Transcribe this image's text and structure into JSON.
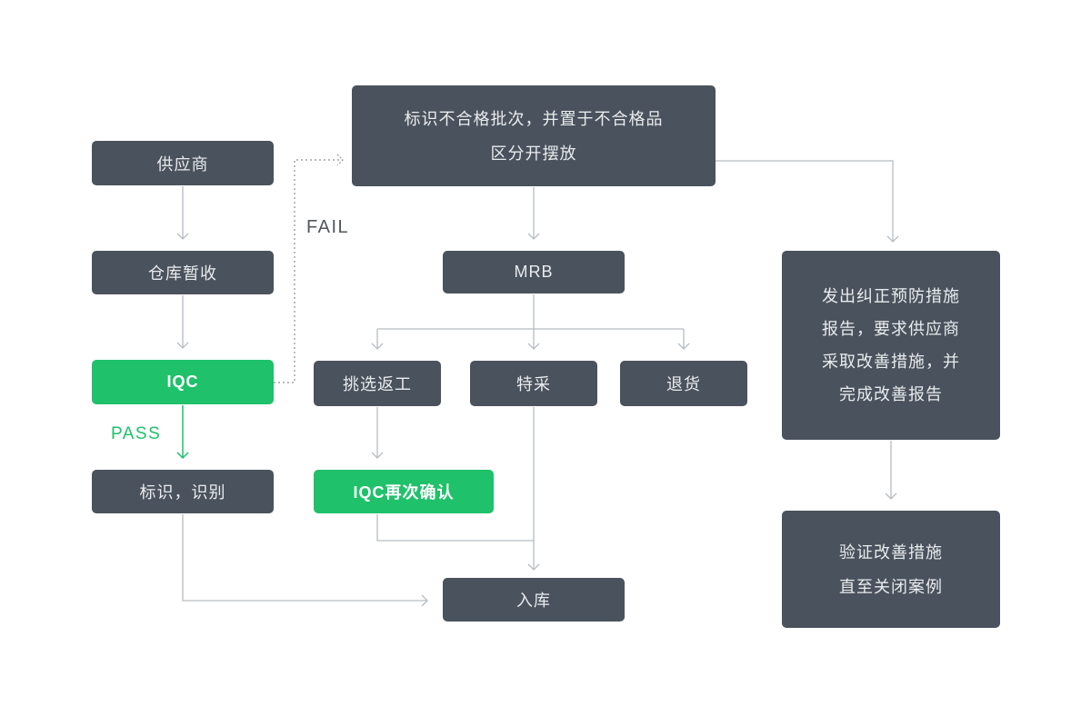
{
  "diagram": {
    "type": "flowchart",
    "palette": {
      "node_bg": "#4a525d",
      "accent_green": "#1fc16a",
      "line_gray": "#b7bcc1",
      "dashed_line_gray": "#8b9198",
      "node_text": "#e9ecee",
      "fail_label_color": "#50575f"
    },
    "labels": {
      "pass": "PASS",
      "fail": "FAIL"
    },
    "nodes": {
      "supplier": {
        "label": "供应商",
        "variant": "dark"
      },
      "warehouse": {
        "label": "仓库暂收",
        "variant": "dark"
      },
      "iqc": {
        "label": "IQC",
        "variant": "green"
      },
      "mark": {
        "label": "标识，识别",
        "variant": "dark"
      },
      "nonconforming": {
        "lines": [
          "标识不合格批次，并置于不合格品",
          "区分开摆放"
        ],
        "variant": "dark"
      },
      "mrb": {
        "label": "MRB",
        "variant": "dark"
      },
      "rework": {
        "label": "挑选返工",
        "variant": "dark"
      },
      "special": {
        "label": "特采",
        "variant": "dark"
      },
      "returns": {
        "label": "退货",
        "variant": "dark"
      },
      "iqc_recheck": {
        "label": "IQC再次确认",
        "variant": "green"
      },
      "instock": {
        "label": "入库",
        "variant": "dark"
      },
      "capa": {
        "lines": [
          "发出纠正预防措施",
          "报告，要求供应商",
          "采取改善措施，并",
          "完成改善报告"
        ],
        "variant": "dark"
      },
      "verify": {
        "lines": [
          "验证改善措施",
          "直至关闭案例"
        ],
        "variant": "dark"
      }
    },
    "edges": [
      {
        "from": "supplier",
        "to": "warehouse"
      },
      {
        "from": "warehouse",
        "to": "iqc"
      },
      {
        "from": "iqc",
        "to": "mark",
        "label": "PASS",
        "color": "green"
      },
      {
        "from": "iqc",
        "to": "nonconforming",
        "label": "FAIL",
        "style": "dashed"
      },
      {
        "from": "nonconforming",
        "to": "mrb"
      },
      {
        "from": "mrb",
        "to": "rework"
      },
      {
        "from": "mrb",
        "to": "special"
      },
      {
        "from": "mrb",
        "to": "returns"
      },
      {
        "from": "rework",
        "to": "iqc_recheck"
      },
      {
        "from": "iqc_recheck",
        "to": "instock"
      },
      {
        "from": "special",
        "to": "instock"
      },
      {
        "from": "mark",
        "to": "instock"
      },
      {
        "from": "nonconforming",
        "to": "capa"
      },
      {
        "from": "capa",
        "to": "verify"
      }
    ]
  }
}
